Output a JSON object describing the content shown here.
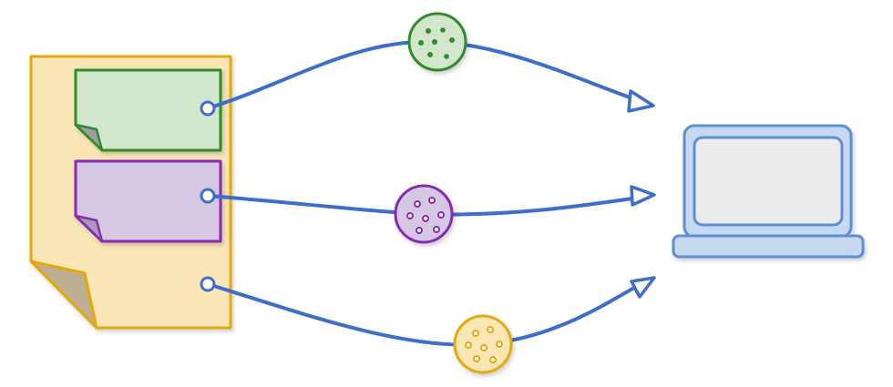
{
  "diagram": {
    "nodes": [
      {
        "id": "page-document",
        "kind": "document"
      },
      {
        "id": "frame-green",
        "kind": "embedded-frame",
        "parent": "page-document"
      },
      {
        "id": "frame-purple",
        "kind": "embedded-frame",
        "parent": "page-document"
      },
      {
        "id": "page-origin",
        "kind": "connection-point",
        "parent": "page-document"
      },
      {
        "id": "cookie-green",
        "kind": "cookie"
      },
      {
        "id": "cookie-purple",
        "kind": "cookie"
      },
      {
        "id": "cookie-yellow",
        "kind": "cookie"
      },
      {
        "id": "laptop",
        "kind": "device"
      }
    ],
    "edges": [
      {
        "from": "frame-green",
        "to": "laptop",
        "via": "cookie-green"
      },
      {
        "from": "frame-purple",
        "to": "laptop",
        "via": "cookie-purple"
      },
      {
        "from": "page-origin",
        "to": "laptop",
        "via": "cookie-yellow"
      }
    ]
  },
  "colors": {
    "page_fill": "#fbe7b5",
    "page_stroke": "#e3a90d",
    "page_fold": "#bcae8e",
    "green_fill": "#d2e6cc",
    "green_stroke": "#2e8b2e",
    "green_fold": "#9e9e9e",
    "purple_fill": "#d4c8e3",
    "purple_stroke": "#8a2cb2",
    "purple_fold": "#a99abd",
    "yellow_fill": "#fbe7b5",
    "yellow_stroke": "#e3a90d",
    "arrow": "#3d6ecb",
    "laptop_fill": "#c7d9f1",
    "laptop_stroke": "#5b8fd6",
    "laptop_screen": "#ececec"
  }
}
